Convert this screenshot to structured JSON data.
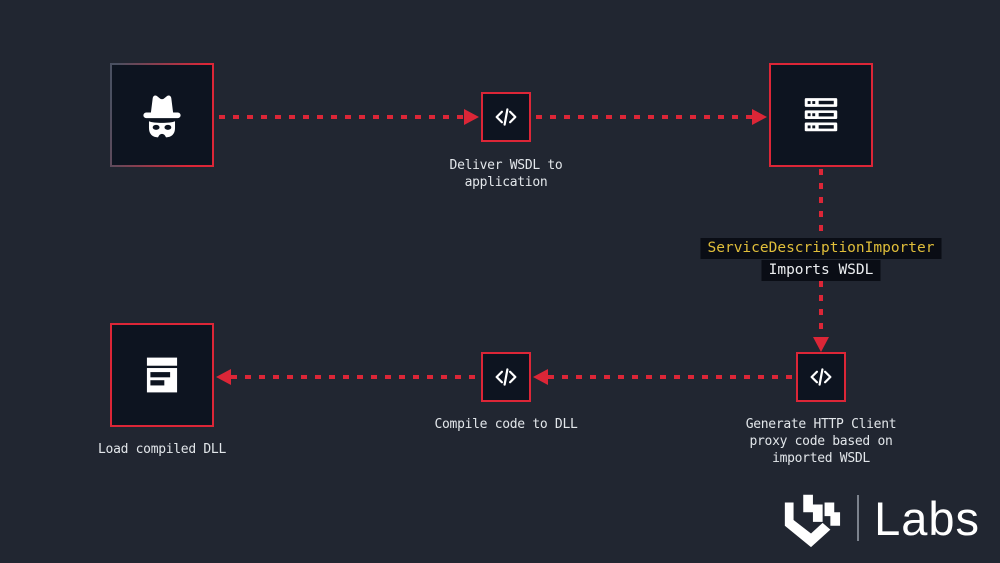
{
  "colors": {
    "background": "#212631",
    "panel": "#0d1420",
    "accent_red": "#dc2637",
    "code_yellow": "#e0be3a",
    "caption_text": "#e2e6ea",
    "tag_background": "#0a0d15"
  },
  "flow": {
    "attacker": {
      "icon": "spy-icon"
    },
    "deliver_step": {
      "icon": "code-icon",
      "caption": "Deliver WSDL to application"
    },
    "server": {
      "icon": "server-icon"
    },
    "importer_annotation": {
      "code": "ServiceDescriptionImporter",
      "action": "Imports WSDL"
    },
    "generate_step": {
      "icon": "code-icon",
      "caption": "Generate HTTP Client proxy code based on imported WSDL"
    },
    "compile_step": {
      "icon": "code-icon",
      "caption": "Compile code to DLL"
    },
    "load_step": {
      "icon": "dll-icon",
      "caption": "Load compiled DLL"
    },
    "edges": [
      {
        "from": "attacker",
        "to": "deliver_step",
        "direction": "right"
      },
      {
        "from": "deliver_step",
        "to": "server",
        "direction": "right"
      },
      {
        "from": "server",
        "to": "generate_step",
        "direction": "down"
      },
      {
        "from": "generate_step",
        "to": "compile_step",
        "direction": "left"
      },
      {
        "from": "compile_step",
        "to": "load_step",
        "direction": "left"
      }
    ]
  },
  "logo": {
    "text": "Labs"
  }
}
